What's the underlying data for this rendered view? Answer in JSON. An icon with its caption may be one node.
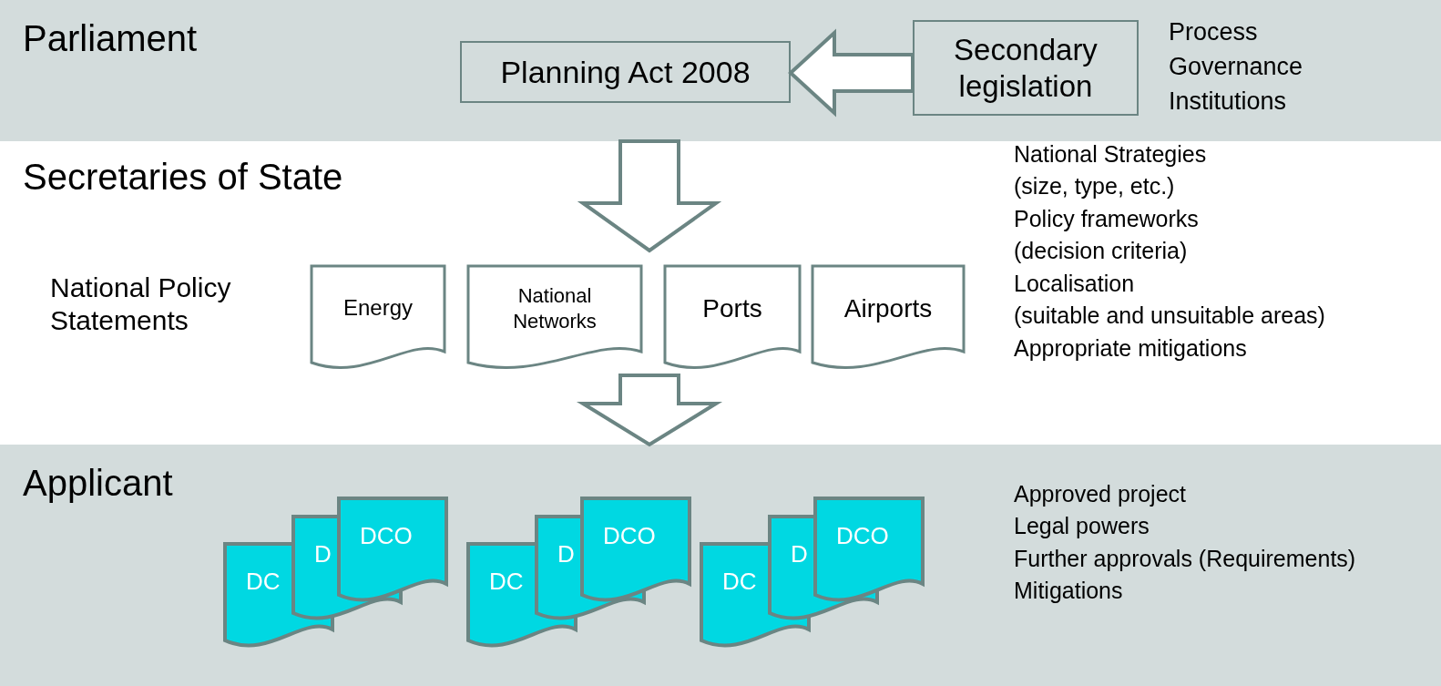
{
  "diagram": {
    "nodes": [
      {
        "text": [
          "Parliament"
        ]
      },
      {
        "text": [
          "Planning Act 2008"
        ],
        "in": 0
      },
      {
        "text": [
          "Secondary legislation"
        ],
        "in": 0
      },
      {
        "text": [
          "Energy"
        ]
      },
      {
        "text": [
          "National Networks"
        ]
      },
      {
        "text": [
          "Ports"
        ]
      },
      {
        "text": [
          "Airports"
        ]
      },
      {
        "text": [
          "Applicant"
        ]
      },
      {
        "text": [
          "DC"
        ],
        "in": 7
      },
      {
        "text": [
          "D"
        ],
        "in": 7
      },
      {
        "text": [
          "DCO"
        ],
        "in": 7
      },
      {
        "text": [
          "DC"
        ],
        "in": 7
      },
      {
        "text": [
          "D"
        ],
        "in": 7
      },
      {
        "text": [
          "DCO"
        ],
        "in": 7
      },
      {
        "text": [
          "DC"
        ],
        "in": 7
      },
      {
        "text": [
          "D"
        ],
        "in": 7
      },
      {
        "text": [
          "DCO"
        ],
        "in": 7
      }
    ],
    "edges": [
      {
        "from": 2,
        "to": 1,
        "arrow": "to"
      },
      {
        "from": 0,
        "to": null,
        "arrow": "to"
      },
      {
        "from": null,
        "to": 7,
        "arrow": "to"
      }
    ],
    "labels": [
      "Process",
      "Governance",
      "Institutions",
      "Secretaries of State",
      "National Strategies",
      "(size, type, etc.)",
      "Policy frameworks",
      "(decision criteria)",
      "Localisation",
      "(suitable and unsuitable areas)",
      "Appropriate mitigations",
      "National Policy Statements",
      "Approved project",
      "Legal powers",
      "Further approvals (Requirements)",
      "Mitigations"
    ]
  }
}
